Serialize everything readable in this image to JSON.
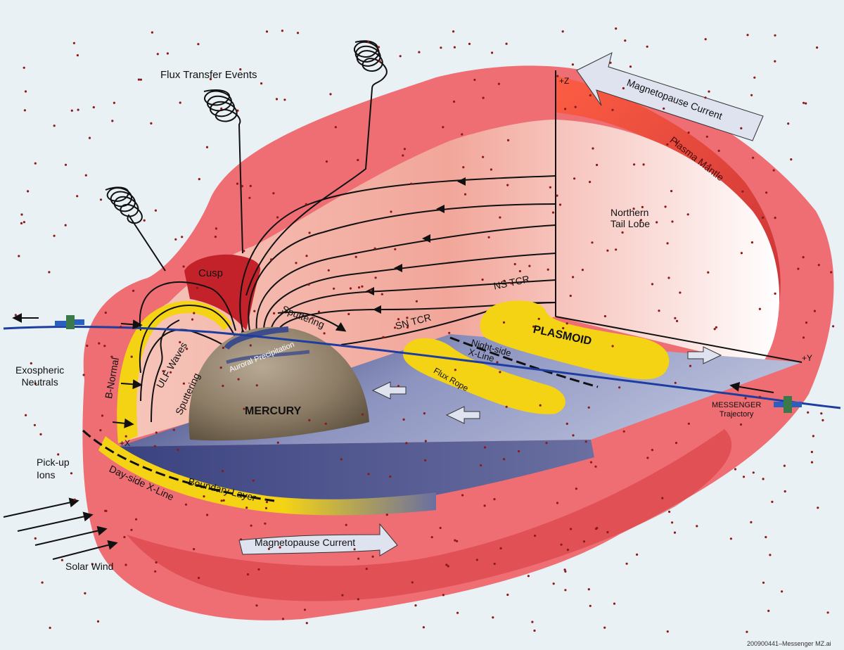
{
  "labels": {
    "flux_transfer_events": "Flux Transfer Events",
    "magnetopause_current_top": "Magnetopause Current",
    "magnetopause_current_bottom": "Magnetopause Current",
    "plasma_mantle": "Plasma Mantle",
    "northern_tail_lobe": "Northern\nTail Lobe",
    "cusp": "Cusp",
    "ns_tcr": "NS TCR",
    "sn_tcr": "SN TCR",
    "sputtering_top": "Sputtering",
    "sputtering_left": "Sputtering",
    "ulf_waves": "ULF Waves",
    "b_normal": "B-Normal",
    "auroral_precipitation": "Auroral Precipitation",
    "mercury": "MERCURY",
    "plasmoid": "PLASMOID",
    "night_side_x_line": "Night-side\nX-Line",
    "flux_rope": "Flux Rope",
    "exospheric_neutrals": "Exospheric\nNeutrals",
    "pick_up_ions": "Pick-up\nIons",
    "solar_wind": "Solar Wind",
    "day_side_x_line": "Day-side X-Line",
    "boundary_layer": "Boundary Layer",
    "messenger_trajectory": "MESSENGER\nTrajectory",
    "axis_z": "+Z",
    "axis_y": "+Y",
    "axis_x": "+X",
    "credit": "200900441–Messenger MZ.ai"
  },
  "colors": {
    "background": "#eaf1f4",
    "magnetosphere_outer": "#ee6e74",
    "magnetosphere_dark": "#cc2e2e",
    "interior_pink": "#f4b3a8",
    "plane_blue": "#4f5a93",
    "yellow": "#f4d315",
    "mercury": "#8c7c66",
    "trajectory": "#1d3ea0"
  }
}
